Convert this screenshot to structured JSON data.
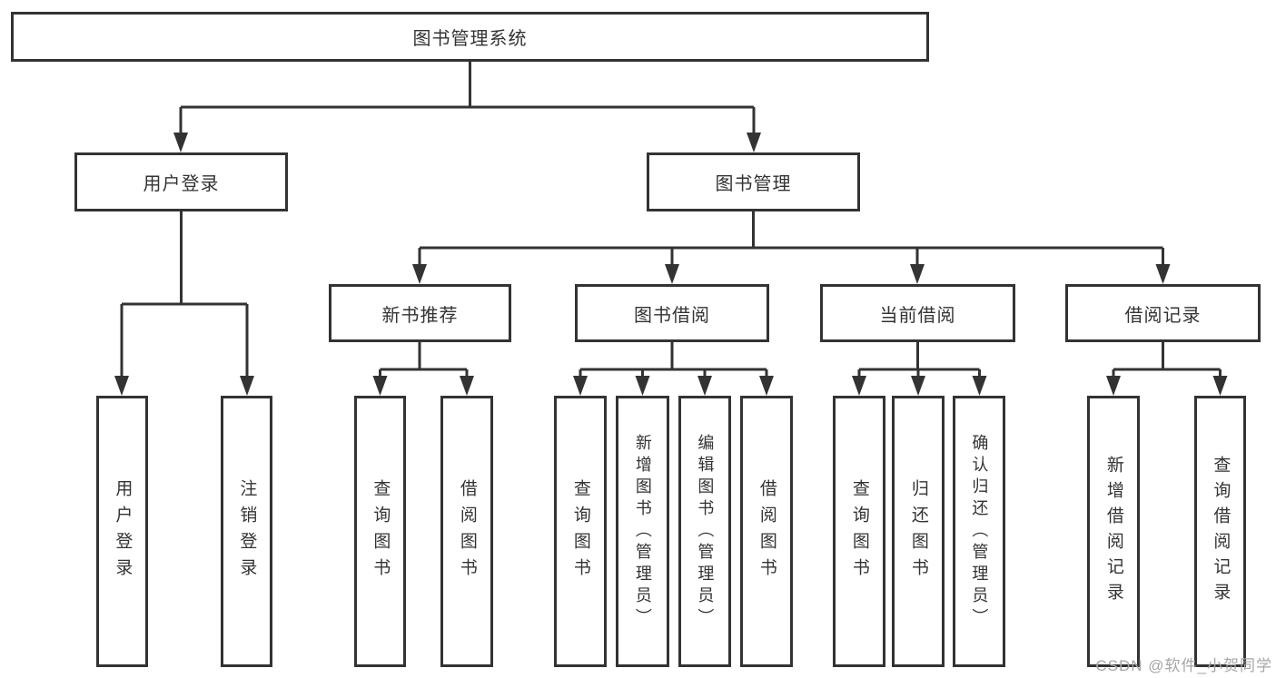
{
  "diagram": {
    "title": "图书管理系统",
    "colors": {
      "line": "#333333",
      "border": "#333333",
      "text": "#333333",
      "background": "#ffffff",
      "watermark": "#a6a6a6"
    },
    "root": {
      "label": "图书管理系统"
    },
    "level2": [
      {
        "label": "用户登录"
      },
      {
        "label": "图书管理"
      }
    ],
    "level3": [
      {
        "label": "新书推荐"
      },
      {
        "label": "图书借阅"
      },
      {
        "label": "当前借阅"
      },
      {
        "label": "借阅记录"
      }
    ],
    "leaves": [
      {
        "label": "用户登录"
      },
      {
        "label": "注销登录"
      },
      {
        "label": "查询图书"
      },
      {
        "label": "借阅图书"
      },
      {
        "label": "查询图书"
      },
      {
        "label": "新增图书（管理员）"
      },
      {
        "label": "编辑图书（管理员）"
      },
      {
        "label": "借阅图书"
      },
      {
        "label": "查询图书"
      },
      {
        "label": "归还图书"
      },
      {
        "label": "确认归还（管理员）"
      },
      {
        "label": "新增借阅记录"
      },
      {
        "label": "查询借阅记录"
      }
    ],
    "watermark": "CSDN @软件_小贺同学"
  }
}
